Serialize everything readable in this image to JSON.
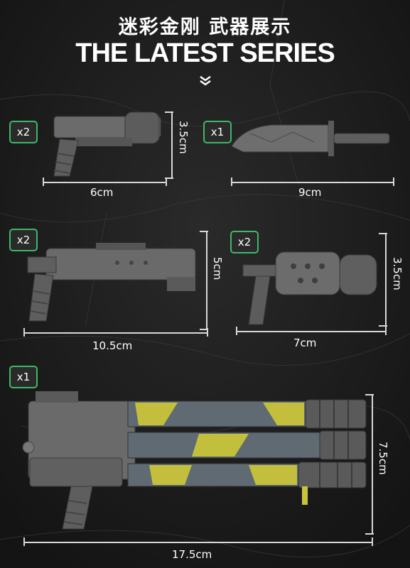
{
  "header": {
    "title_cn": "迷彩金刚 武器展示",
    "title_en": "THE LATEST SERIES"
  },
  "items": [
    {
      "qty": "x2",
      "width": "6cm",
      "height": "3.5cm"
    },
    {
      "qty": "x1",
      "width": "9cm"
    },
    {
      "qty": "x2",
      "width": "10.5cm",
      "height": "5cm"
    },
    {
      "qty": "x2",
      "width": "7cm",
      "height": "3.5cm"
    },
    {
      "qty": "x1",
      "width": "17.5cm",
      "height": "7.5cm"
    }
  ],
  "colors": {
    "badge_border": "#3db86b",
    "camo_yellow": "#c8c43a",
    "camo_gray": "#5f6a72",
    "metal": "#6a6a6a"
  }
}
